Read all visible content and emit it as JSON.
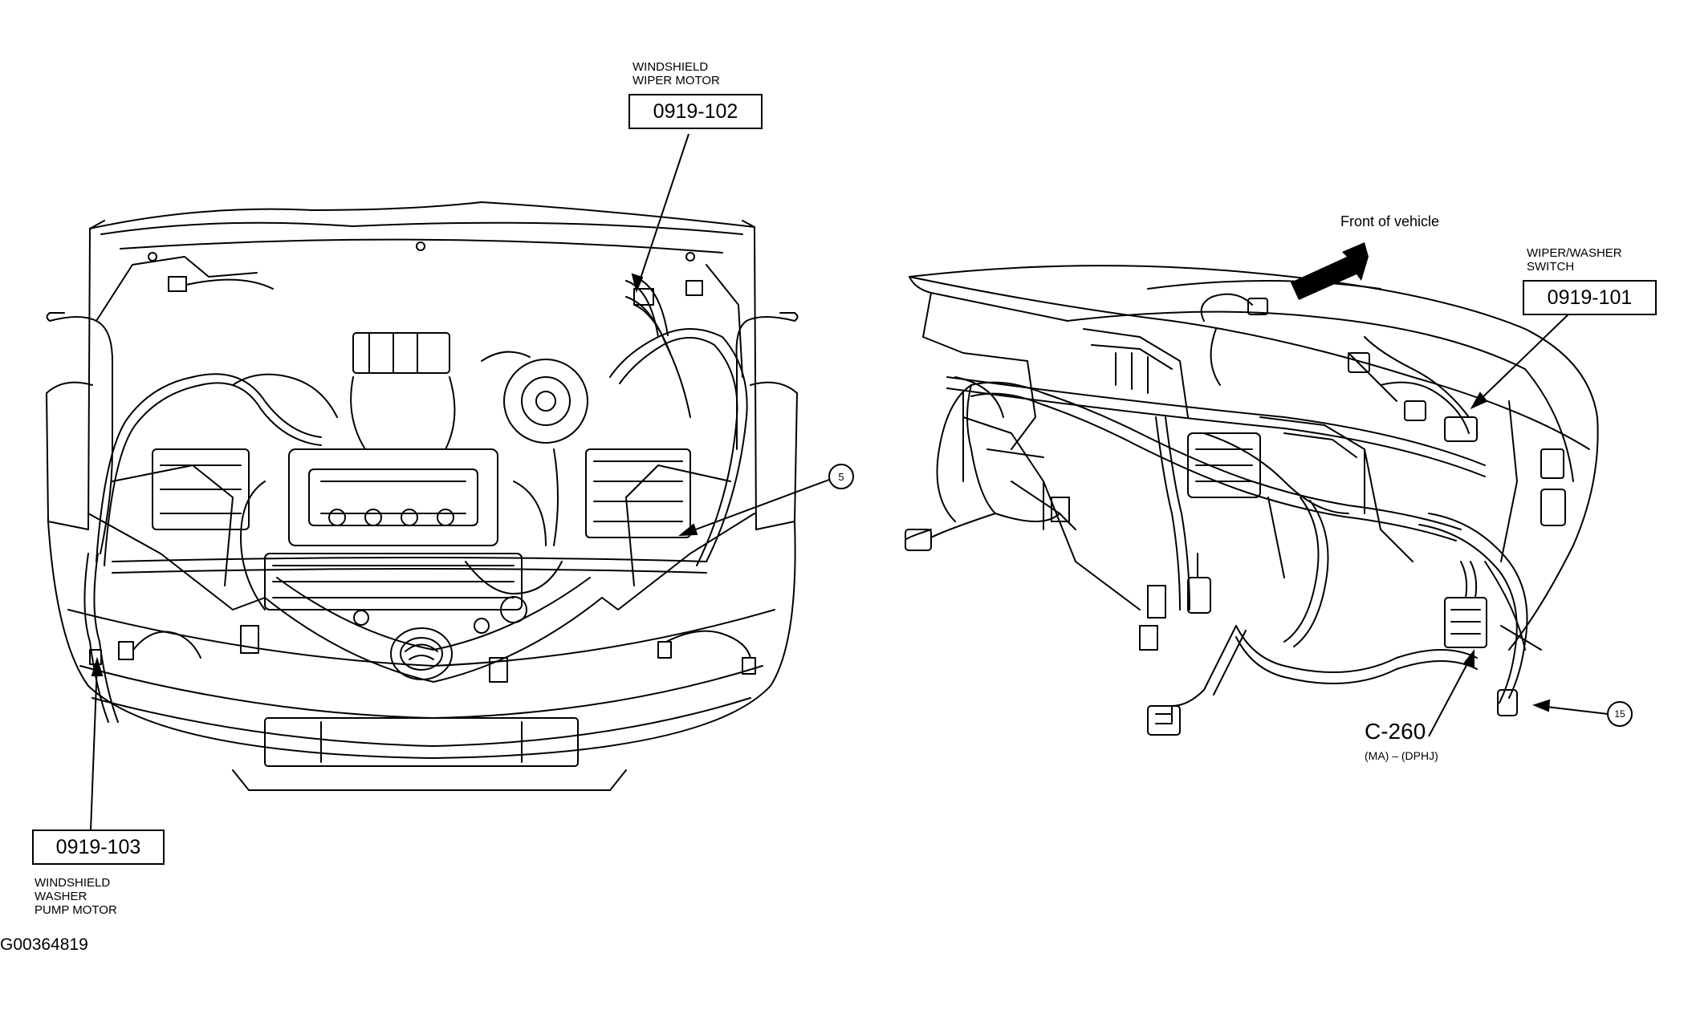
{
  "figure_id": "G00364819",
  "front_of_vehicle_label": "Front of vehicle",
  "callouts": {
    "wiper_motor": {
      "caption": "WINDSHIELD\nWIPER MOTOR",
      "code": "0919-102"
    },
    "washer_pump": {
      "caption": "WINDSHIELD\nWASHER\nPUMP MOTOR",
      "code": "0919-103"
    },
    "wiper_switch": {
      "caption": "WIPER/WASHER\nSWITCH",
      "code": "0919-101"
    },
    "connector": {
      "code": "C-260",
      "note": "(MA) – (DPHJ)"
    },
    "ref_5": "5",
    "ref_15": "15"
  }
}
